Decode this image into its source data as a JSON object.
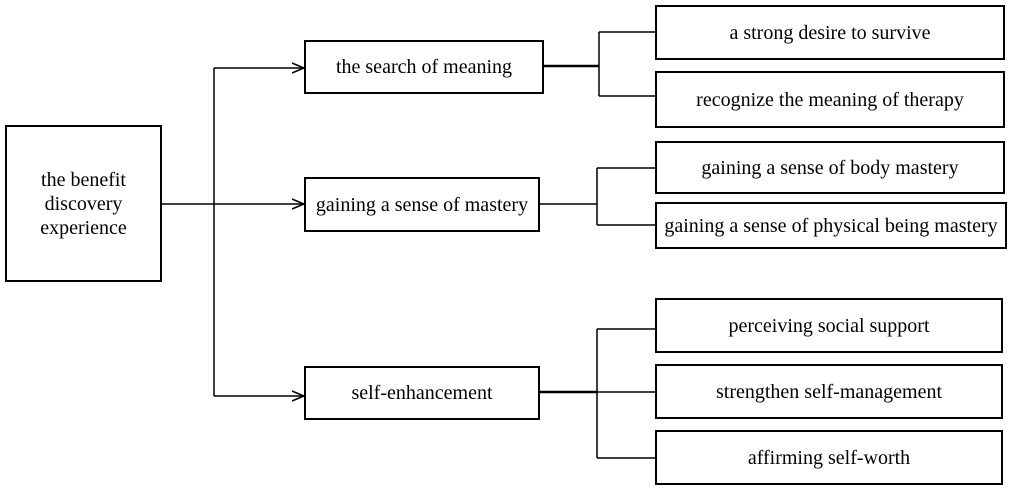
{
  "root": {
    "label": "the benefit discovery experience"
  },
  "themes": [
    {
      "label": "the search of meaning",
      "subthemes": [
        "a strong desire to survive",
        "recognize the meaning of therapy"
      ]
    },
    {
      "label": "gaining a sense of mastery",
      "subthemes": [
        "gaining a sense of  body mastery",
        "gaining a sense of  physical being mastery"
      ]
    },
    {
      "label": "self-enhancement",
      "subthemes": [
        "perceiving social support",
        "strengthen self-management",
        "affirming self-worth"
      ]
    }
  ]
}
